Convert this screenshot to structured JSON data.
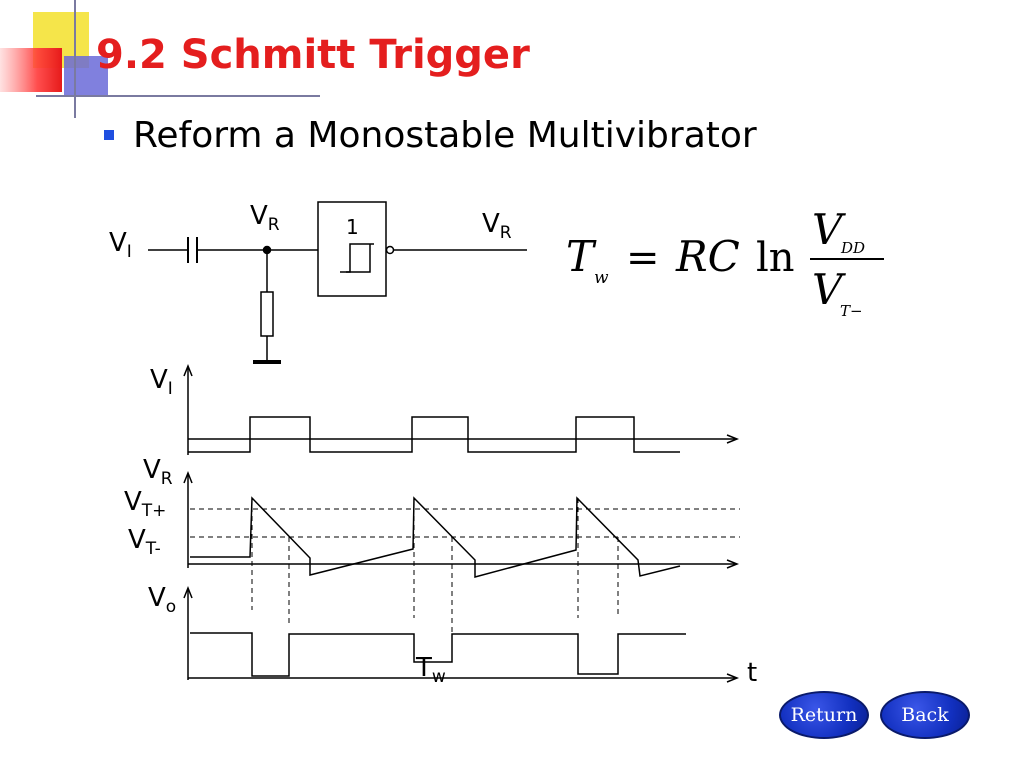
{
  "slide": {
    "title": "9.2 Schmitt Trigger",
    "bullet": "Reform a Monostable Multivibrator"
  },
  "circuit": {
    "input_label": "V",
    "input_sub": "I",
    "node_label": "V",
    "node_sub": "R",
    "gate_label": "1",
    "output_label": "V",
    "output_sub": "R"
  },
  "formula": {
    "lhs": "T",
    "lhs_sub": "w",
    "equals": "=",
    "rc": "RC",
    "ln": "ln",
    "num": "V",
    "num_sub": "DD",
    "den": "V",
    "den_sub": "T−"
  },
  "waveforms": {
    "vi_label": "V",
    "vi_sub": "I",
    "vr_label": "V",
    "vr_sub": "R",
    "vtp_label": "V",
    "vtp_sub": "T+",
    "vtm_label": "V",
    "vtm_sub": "T-",
    "vo_label": "V",
    "vo_sub": "o",
    "tw_label": "T",
    "tw_sub": "w",
    "t_label": "t"
  },
  "nav": {
    "return_label": "Return",
    "back_label": "Back"
  },
  "colors": {
    "title": "#e41e1e",
    "bullet": "#1f4fe0",
    "button": "#1230c0"
  }
}
